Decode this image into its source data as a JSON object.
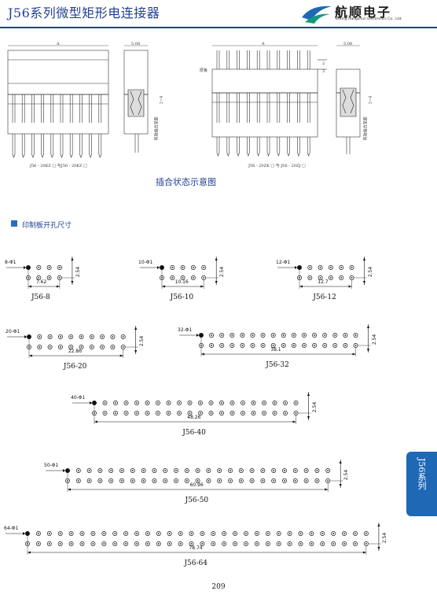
{
  "header": {
    "title": "J56系列微型矩形电连接器",
    "logo_cn": "航顺电子",
    "logo_en": "Taixing Hangshun Electronics Co., Ltd.",
    "accent": "#1f3f93"
  },
  "figure": {
    "caption": "插合状态示意图",
    "dim_a": "A",
    "dim_width": "5.08",
    "dim_24": "2~4",
    "note_vertical": "有效插合深度",
    "label_board": "厚板",
    "dim_2": "2",
    "dim_3": "3",
    "left_sub": "J56 - 20KZ □  与J56 - 20KZ □",
    "right_sub": "J56 - 20ZK □  与 J56 - 20ZJ □"
  },
  "section": {
    "title": "印制板开孔尺寸",
    "pitch": "2.54",
    "footprints": [
      {
        "name": "J56-8",
        "holes": "8-Φ1",
        "span": "7.62"
      },
      {
        "name": "J56-10",
        "holes": "10-Φ1",
        "span": "10.16"
      },
      {
        "name": "J56-12",
        "holes": "12-Φ1",
        "span": "12.7"
      },
      {
        "name": "J56-20",
        "holes": "20-Φ1",
        "span": "22.86"
      },
      {
        "name": "J56-32",
        "holes": "32-Φ1",
        "span": "38.1"
      },
      {
        "name": "J56-40",
        "holes": "40-Φ1",
        "span": "48.26"
      },
      {
        "name": "J56-50",
        "holes": "50-Φ1",
        "span": "60.96"
      },
      {
        "name": "J56-64",
        "holes": "64-Φ1",
        "span": "78.74"
      }
    ]
  },
  "side_tab": "J56系列",
  "page_number": "209"
}
